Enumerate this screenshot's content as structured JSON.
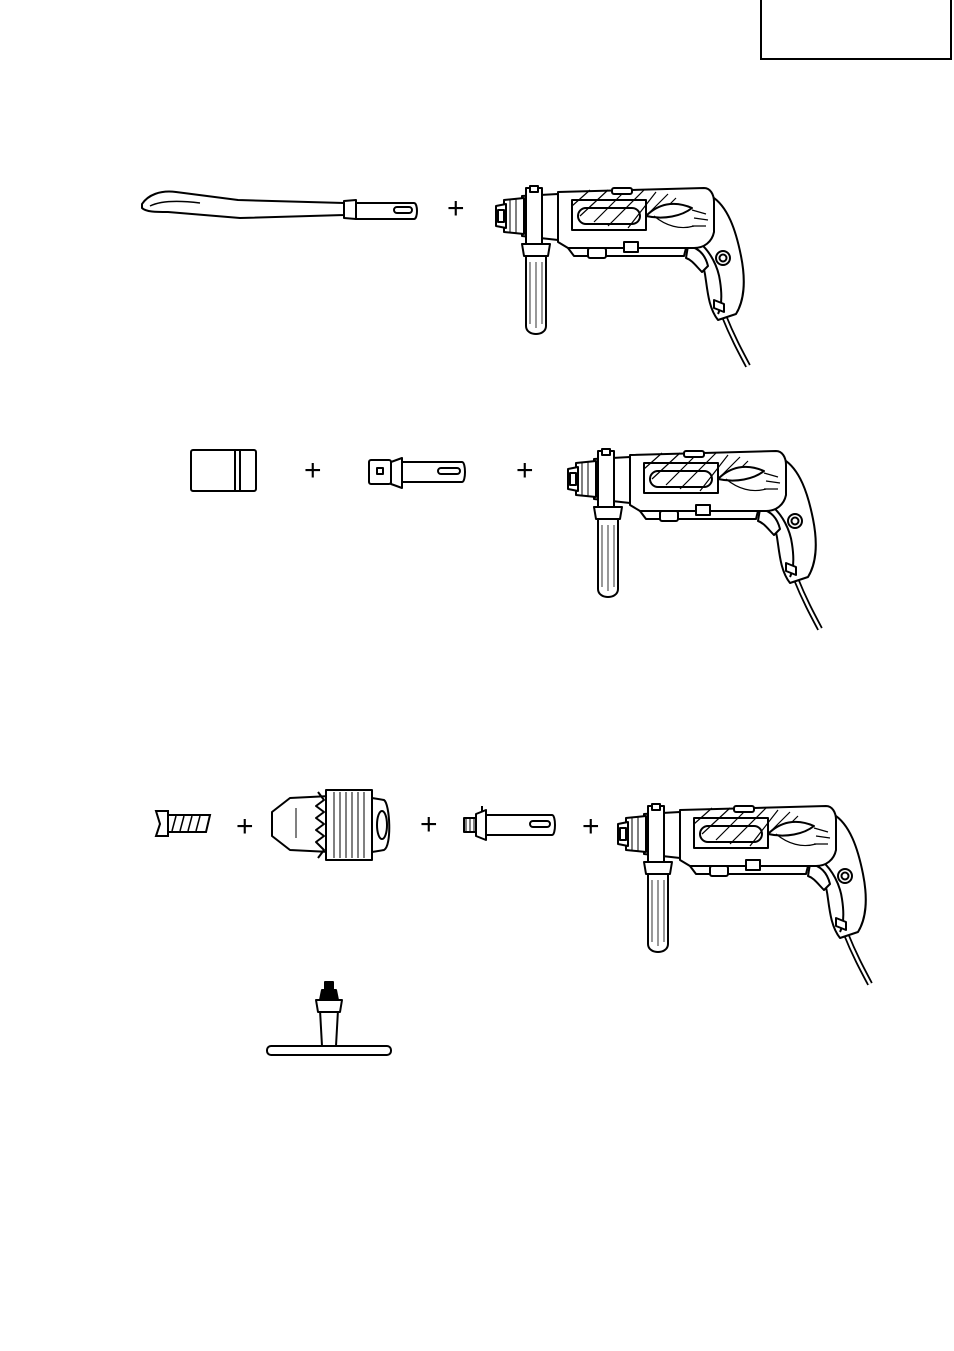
{
  "header": {
    "language_tab_label": ""
  },
  "assemblies": [
    {
      "row": 1,
      "items": [
        {
          "name": "scraper-bit"
        },
        {
          "name": "rotary-hammer"
        }
      ],
      "connectors": [
        "+"
      ]
    },
    {
      "row": 2,
      "items": [
        {
          "name": "core-bit"
        },
        {
          "name": "core-bit-shank-adapter"
        },
        {
          "name": "rotary-hammer"
        }
      ],
      "connectors": [
        "+",
        "+"
      ]
    },
    {
      "row": 3,
      "items": [
        {
          "name": "chuck-adapter-screw"
        },
        {
          "name": "drill-chuck"
        },
        {
          "name": "chuck-adapter-shank"
        },
        {
          "name": "rotary-hammer"
        },
        {
          "name": "chuck-key"
        }
      ],
      "connectors": [
        "+",
        "+",
        "+"
      ]
    }
  ]
}
